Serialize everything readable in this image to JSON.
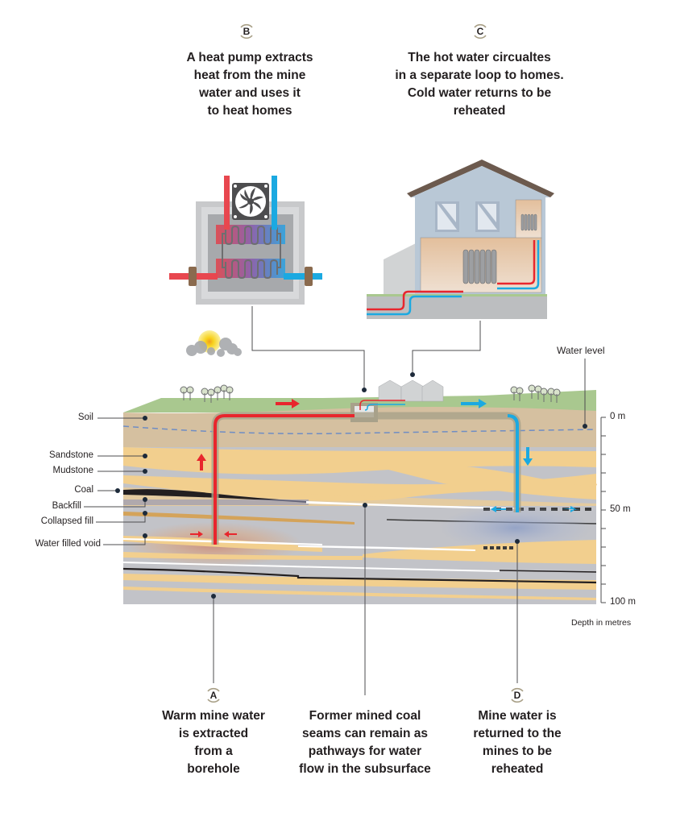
{
  "title": "Mine water geothermal heating diagram",
  "callouts": {
    "A": {
      "letter": "A",
      "text": "Warm mine water\nis extracted\nfrom a\nborehole"
    },
    "B": {
      "letter": "B",
      "text": "A heat pump extracts\nheat from the mine\nwater and uses it\nto heat homes"
    },
    "C": {
      "letter": "C",
      "text": "The hot water circualtes\nin a separate loop to homes.\nCold water returns to be\nreheated"
    },
    "D": {
      "letter": "D",
      "text": "Mine water is\nreturned to the\nmines to be\nreheated"
    },
    "middle": {
      "text": "Former mined coal\nseams can remain as\npathways for water\nflow in the subsurface"
    }
  },
  "layer_labels": [
    "Soil",
    "Sandstone",
    "Mudstone",
    "Coal",
    "Backfill",
    "Collapsed fill",
    "Water filled void"
  ],
  "water_level_label": "Water level",
  "depth_scale": {
    "ticks": [
      "0 m",
      "50 m",
      "100 m"
    ],
    "caption": "Depth in metres"
  },
  "colors": {
    "hot": "#e8262d",
    "cold": "#1ba9e1",
    "grass": "#a9c88f",
    "soil": "#d5c0a0",
    "sandstone": "#f2cf8e",
    "mudstone": "#c2c3c8",
    "coal": "#231f20",
    "roof": "#6c5a4e",
    "house": "#b8c7d4"
  }
}
